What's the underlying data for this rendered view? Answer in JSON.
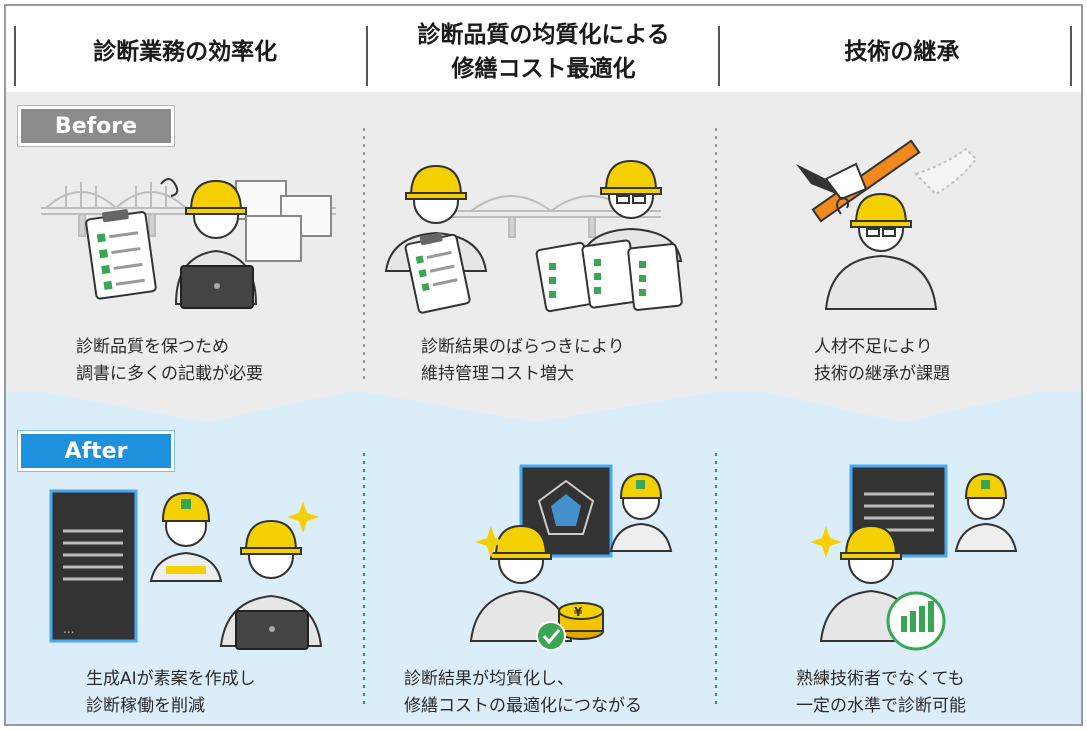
{
  "columns": [
    {
      "title_line1": "診断業務の効率化",
      "title_line2": ""
    },
    {
      "title_line1": "診断品質の均質化による",
      "title_line2": "修繕コスト最適化"
    },
    {
      "title_line1": "技術の継承",
      "title_line2": ""
    }
  ],
  "before": {
    "tag": "Before",
    "captions": [
      {
        "line1": "診断品質を保つため",
        "line2": "調書に多くの記載が必要"
      },
      {
        "line1": "診断結果のばらつきにより",
        "line2": "維持管理コスト増大"
      },
      {
        "line1": "人材不足により",
        "line2": "技術の継承が課題"
      }
    ]
  },
  "after": {
    "tag": "After",
    "captions": [
      {
        "line1": "生成AIが素案を作成し",
        "line2": "診断稼働を削減"
      },
      {
        "line1": "診断結果が均質化し、",
        "line2": "修繕コストの最適化につながる"
      },
      {
        "line1": "熟練技術者でなくても",
        "line2": "一定の水準で診断可能"
      }
    ]
  },
  "colors": {
    "before_bg": "#ececec",
    "after_bg": "#dcedfa",
    "after_accent": "#1e90dc",
    "helmet": "#f5d000",
    "check_green": "#3aa655"
  }
}
